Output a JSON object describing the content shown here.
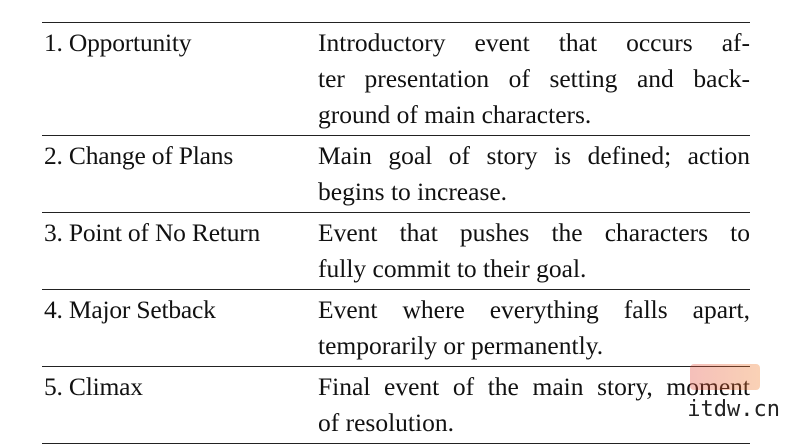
{
  "table": {
    "rows": [
      {
        "turning_point": "1. Opportunity",
        "description_lines": [
          "Introductory event that occurs af-",
          "ter presentation of setting and back-",
          "ground of main characters."
        ]
      },
      {
        "turning_point": "2. Change of Plans",
        "description_lines": [
          "Main goal of story is defined; action",
          "begins to increase."
        ]
      },
      {
        "turning_point": "3. Point of No Return",
        "description_lines": [
          "Event that pushes the characters to",
          "fully commit to their goal."
        ]
      },
      {
        "turning_point": "4. Major Setback",
        "description_lines": [
          "Event where everything falls apart,",
          "temporarily or permanently."
        ]
      },
      {
        "turning_point": "5. Climax",
        "description_lines": [
          "Final event of the main story, moment",
          "of resolution."
        ]
      }
    ]
  },
  "watermark": {
    "text": "itdw.cn"
  }
}
